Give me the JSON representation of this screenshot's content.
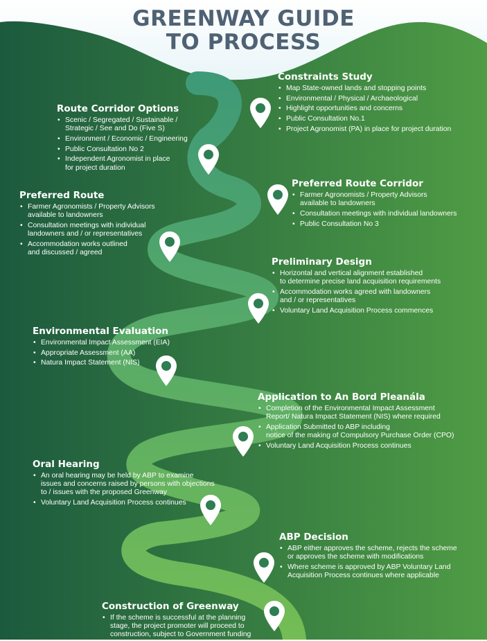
{
  "title": {
    "line1": "GREENWAY GUIDE",
    "line2": "TO PROCESS"
  },
  "colors": {
    "background_dark": "#1c5a3e",
    "background_light": "#4f9c45",
    "sky": "#ffffff",
    "path": "#6dbb5a",
    "title": "#4f6274",
    "text": "#ffffff"
  },
  "icons": {
    "pin": "map-pin-icon"
  },
  "steps": [
    {
      "id": "constraints-study",
      "title": "Constraints Study",
      "bullets": [
        "Map State-owned lands and stopping points",
        "Environmental / Physical / Archaeological",
        "Highlight opportunities and concerns",
        "Public Consultation No.1",
        "Project Agronomist (PA) in place for project duration"
      ]
    },
    {
      "id": "route-corridor-options",
      "title": "Route Corridor Options",
      "bullets": [
        "Scenic / Segregated / Sustainable /\nStrategic / See and Do (Five S)",
        "Environment / Economic / Engineering",
        "Public Consultation No 2",
        "Independent Agronomist in place\nfor project duration"
      ]
    },
    {
      "id": "preferred-route-corridor",
      "title": "Preferred Route Corridor",
      "bullets": [
        " Farmer Agronomists / Property Advisors\navailable to landowners",
        "Consultation meetings with individual landowners",
        "Public Consultation No 3"
      ]
    },
    {
      "id": "preferred-route",
      "title": "Preferred Route",
      "bullets": [
        "Farmer Agronomists / Property Advisors\navailable  to landowners",
        "Consultation meetings with individual\nlandowners and / or representatives",
        "Accommodation works outlined\nand discussed / agreed"
      ]
    },
    {
      "id": "preliminary-design",
      "title": "Preliminary Design",
      "bullets": [
        "Horizontal and vertical alignment established\nto determine precise land acquisition requirements",
        "Accommodation works agreed with landowners\nand / or representatives",
        "Voluntary Land Acquisition Process  commences"
      ]
    },
    {
      "id": "environmental-evaluation",
      "title": "Environmental Evaluation",
      "bullets": [
        "Environmental Impact Assessment (EIA)",
        "Appropriate Assessment (AA)",
        "Natura Impact Statement (NIS)"
      ]
    },
    {
      "id": "application-abp",
      "title": "Application to An Bord Pleanála",
      "bullets": [
        "Completion of the Environmental Impact Assessment\nReport/ Natura Impact Statement (NIS) where required",
        "Application Submitted to ABP including\nnotice of the making of Compulsory Purchase Order (CPO)",
        "Voluntary Land Acquisition Process  continues"
      ]
    },
    {
      "id": "oral-hearing",
      "title": "Oral Hearing",
      "bullets": [
        "An oral hearing may be held by ABP to examine\nissues and concerns raised by persons with objections\nto / issues with the proposed Greenway",
        "Voluntary Land Acquisition Process continues"
      ]
    },
    {
      "id": "abp-decision",
      "title": "ABP Decision",
      "bullets": [
        "ABP either approves the scheme, rejects the scheme\nor approves the scheme with modifications",
        "Where scheme is approved by ABP Voluntary Land\nAcquisition Process continues where applicable"
      ]
    },
    {
      "id": "construction",
      "title": "Construction of Greenway",
      "bullets": [
        "If the scheme is successful at the planning\nstage, the project promoter will proceed to\nconstruction, subject to Government funding"
      ]
    }
  ]
}
